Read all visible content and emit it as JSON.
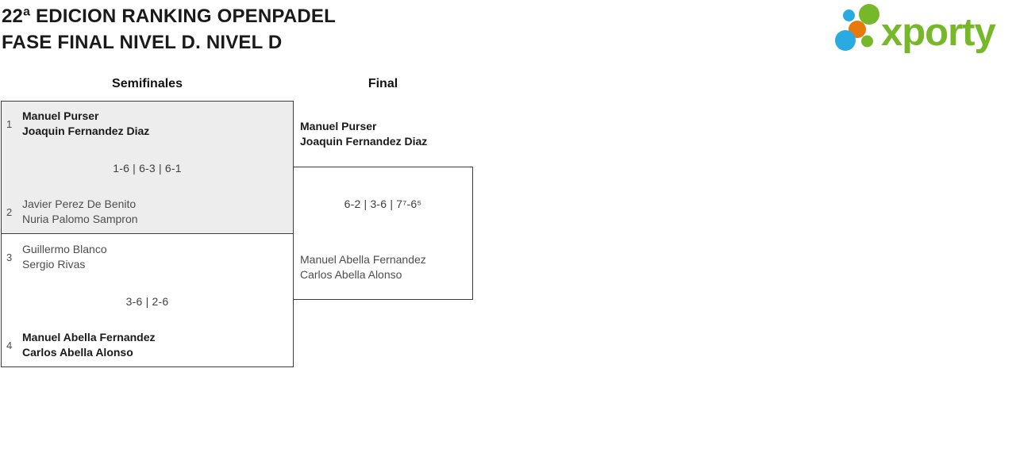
{
  "header": {
    "title_line1": "22ª EDICION RANKING OPENPADEL",
    "title_line2": "FASE FINAL NIVEL D. NIVEL D",
    "logo_text": "xporty"
  },
  "colors": {
    "brand_green": "#76b82a",
    "brand_blue": "#29abe2",
    "brand_orange": "#e8790f",
    "winner_text": "#1a1a1a",
    "loser_text": "#4d4d4d",
    "box_border": "#3d3d3d",
    "match1_background": "#ededed"
  },
  "bracket": {
    "rounds": [
      {
        "label": "Semifinales"
      },
      {
        "label": "Final"
      }
    ],
    "semifinals": [
      {
        "team1": {
          "seed": "1",
          "players": [
            "Manuel Purser",
            "Joaquin Fernandez Diaz"
          ],
          "winner": true
        },
        "score": "1-6 | 6-3 | 6-1",
        "team2": {
          "seed": "2",
          "players": [
            "Javier Perez De Benito",
            "Nuria Palomo Sampron"
          ],
          "winner": false
        }
      },
      {
        "team1": {
          "seed": "3",
          "players": [
            "Guillermo Blanco",
            "Sergio Rivas"
          ],
          "winner": false
        },
        "score": "3-6 | 2-6",
        "team2": {
          "seed": "4",
          "players": [
            "Manuel Abella Fernandez",
            "Carlos Abella Alonso"
          ],
          "winner": true
        }
      }
    ],
    "final": {
      "team1": {
        "players": [
          "Manuel Purser",
          "Joaquin Fernandez Diaz"
        ],
        "winner": true
      },
      "score": "6-2 | 3-6 | 7⁷-6⁵",
      "team2": {
        "players": [
          "Manuel Abella Fernandez",
          "Carlos Abella Alonso"
        ],
        "winner": false
      }
    }
  }
}
